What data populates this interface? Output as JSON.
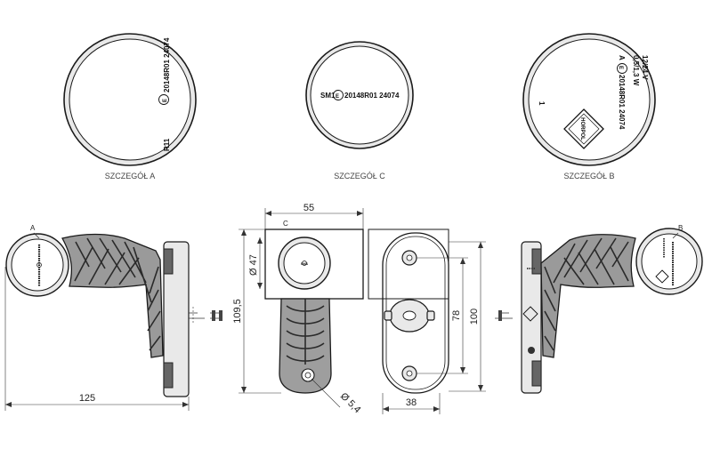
{
  "details": {
    "a": {
      "caption": "SZCZEGÓŁ A",
      "line1": "R11",
      "line2": "20148R01 24074",
      "approval": "E"
    },
    "c": {
      "caption": "SZCZEGÓŁ C",
      "text_before": "SM1",
      "text_after": "20148R01 24074",
      "approval": "E"
    },
    "b": {
      "caption": "SZCZEGÓŁ B",
      "voltage": "12/24 V",
      "power": "0,5/1,3 W",
      "prefix": "A",
      "code": "20148R01 24074",
      "approval": "E",
      "number": "1",
      "logo": "HORPOL"
    }
  },
  "views": {
    "label_a": "A",
    "label_c": "C",
    "label_b": "B"
  },
  "dimensions": {
    "width_top": "55",
    "diameter": "Ø 47",
    "height": "109,5",
    "length": "125",
    "hole": "Ø 5,4",
    "base_width": "38",
    "hole_spacing": "78",
    "base_height": "100"
  }
}
